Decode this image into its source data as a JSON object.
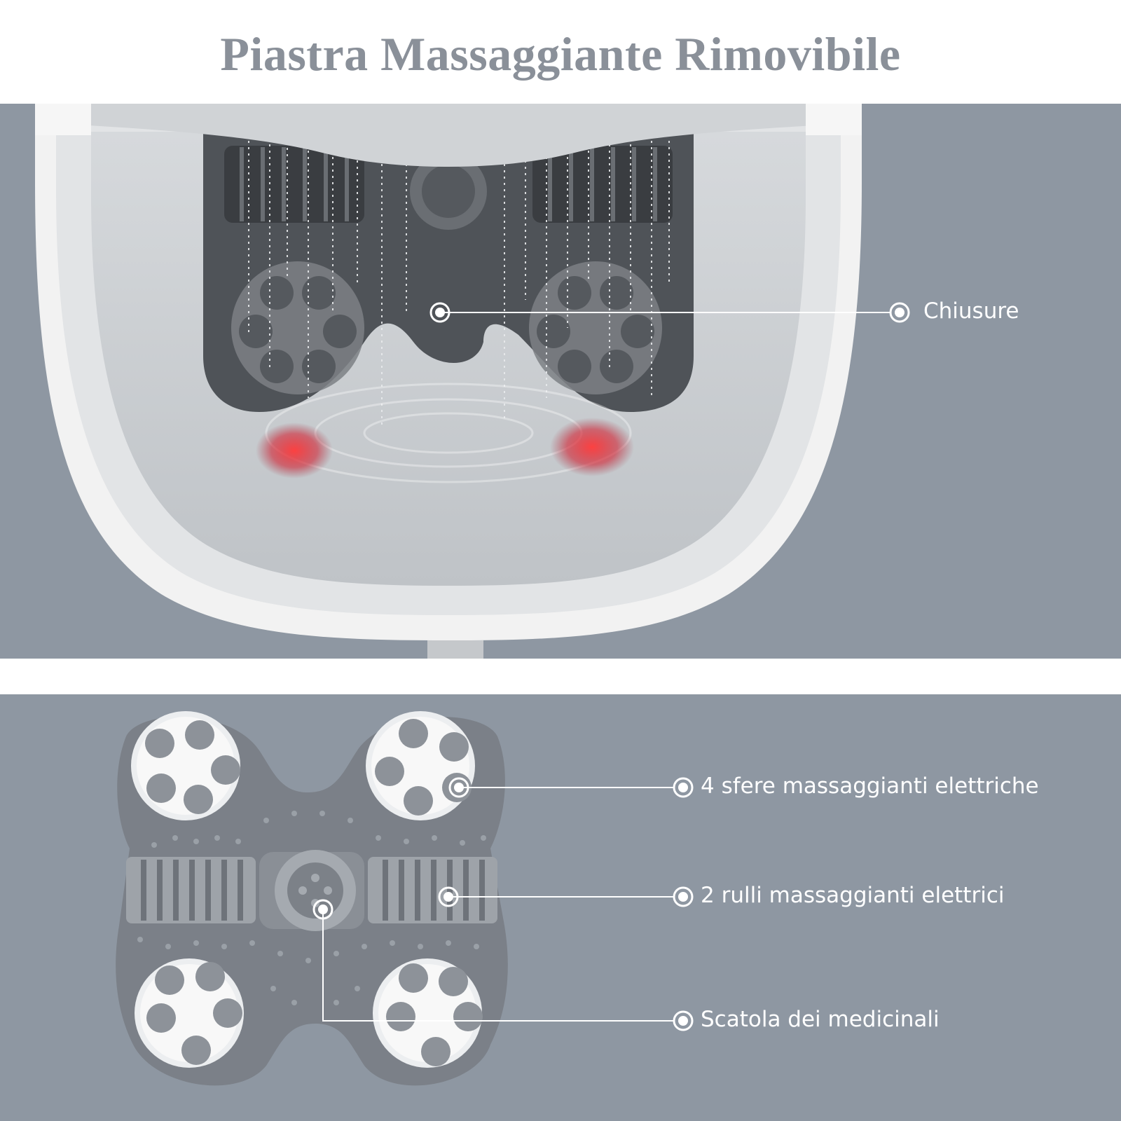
{
  "title": "Piastra Massaggiante Rimovibile",
  "callouts": {
    "chiusure": "Chiusure",
    "spheres": "4 sfere massaggianti elettriche",
    "rollers": "2 rulli massaggianti elettrici",
    "medicine_box": "Scatola dei medicinali"
  },
  "colors": {
    "panel_background": "#8e97a2",
    "title_text": "#8a9099",
    "callout_text": "#ffffff",
    "heat_light": "#e0202a"
  },
  "icons": [
    "callout-marker-icon"
  ]
}
